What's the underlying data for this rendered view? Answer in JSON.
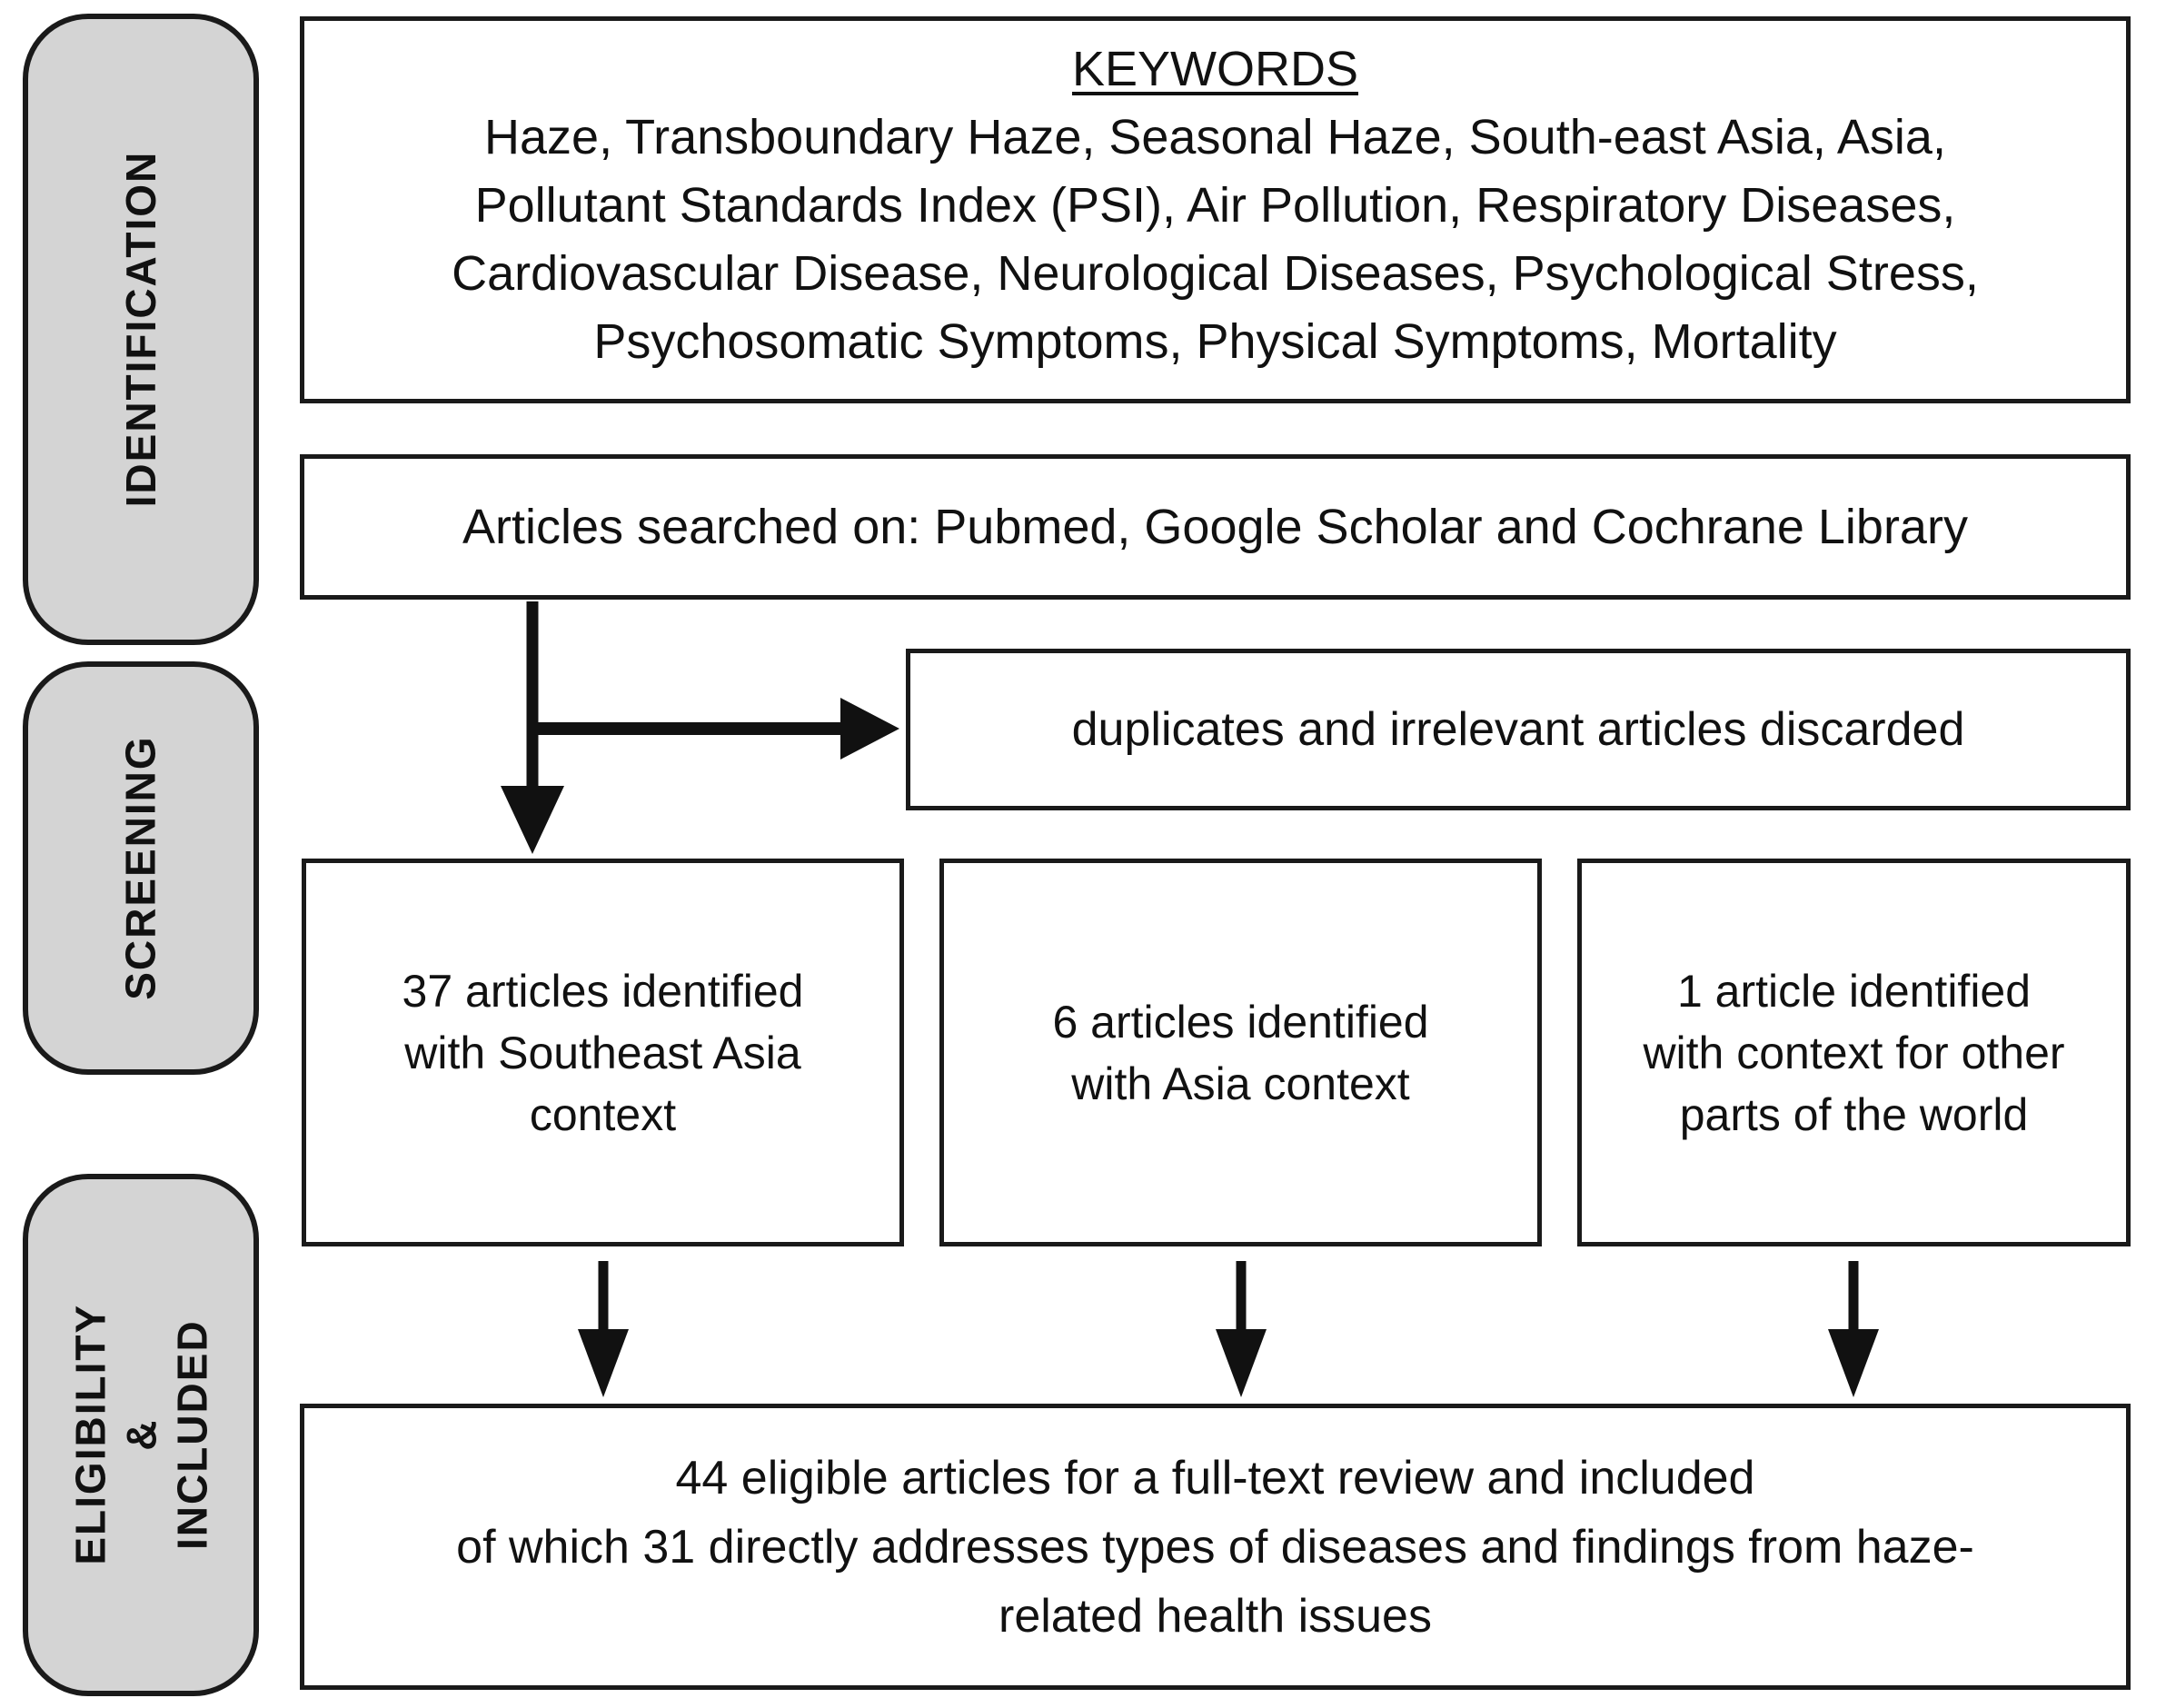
{
  "stages": [
    {
      "label": "IDENTIFICATION"
    },
    {
      "label": "SCREENING"
    },
    {
      "label": "ELIGIBILITY &\nINCLUDED"
    }
  ],
  "keywords_box": {
    "title": "KEYWORDS",
    "keywords": "Haze, Transboundary Haze, Seasonal Haze, South-east Asia, Asia,\nPollutant Standards Index (PSI), Air Pollution, Respiratory Diseases,\nCardiovascular Disease, Neurological Diseases, Psychological Stress,\nPsychosomatic Symptoms, Physical Symptoms, Mortality"
  },
  "search_box": {
    "text": "Articles searched on: Pubmed, Google Scholar and Cochrane Library"
  },
  "discard_box": {
    "text": "duplicates and irrelevant articles discarded"
  },
  "screening_boxes": [
    {
      "text": "37 articles identified\nwith Southeast Asia\ncontext"
    },
    {
      "text": "6 articles identified\nwith Asia context"
    },
    {
      "text": "1 article identified\nwith context for other\nparts of the world"
    }
  ],
  "final_box": {
    "text": "44 eligible articles for a full-text review and included\nof which 31 directly addresses types of diseases and findings from haze-\nrelated health issues"
  },
  "colors": {
    "stage_fill": "#d4d4d4",
    "line": "#111111",
    "background": "#ffffff"
  }
}
